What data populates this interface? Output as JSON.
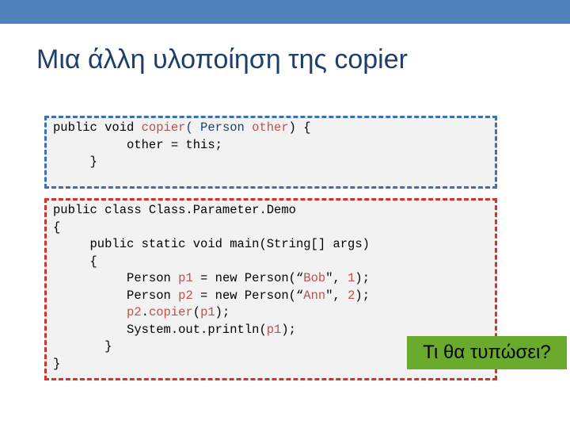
{
  "slide": {
    "title": "Μια άλλη υλοποίηση της copier"
  },
  "code_block_1": {
    "line1": {
      "a": "public void ",
      "b": "copier",
      "c": "( Person ",
      "d": "other",
      "e": ") {"
    },
    "line2": "          other = this;",
    "line3": "     }"
  },
  "code_block_2": {
    "line1": "public class Class.Parameter.Demo",
    "line2": "{",
    "line3": "     public static void main(String[] args)",
    "line4": "     {",
    "line5": {
      "a": "          Person ",
      "b": "p1",
      "c": " = new Person(“",
      "d": "Bob",
      "e": "\", ",
      "f": "1",
      "g": ");"
    },
    "line6": {
      "a": "          Person ",
      "b": "p2",
      "c": " = new Person(“",
      "d": "Ann",
      "e": "\", ",
      "f": "2",
      "g": ");"
    },
    "line7": {
      "a": "          ",
      "b": "p2",
      "c": ".",
      "d": "copier",
      "e": "(",
      "f": "p1",
      "g": ");"
    },
    "line8": {
      "a": "          System.out.println(",
      "b": "p1",
      "c": ");"
    },
    "line9": "       }",
    "line10": "}"
  },
  "question": "Τι θα τυπώσει?",
  "colors": {
    "top_bar": "#4f81bd",
    "title": "#1f3f6b",
    "blue_box_border": "#3c6fb4",
    "red_box_border": "#d0342c",
    "highlight": "#c0504d",
    "question_bg": "#6aab2e"
  }
}
